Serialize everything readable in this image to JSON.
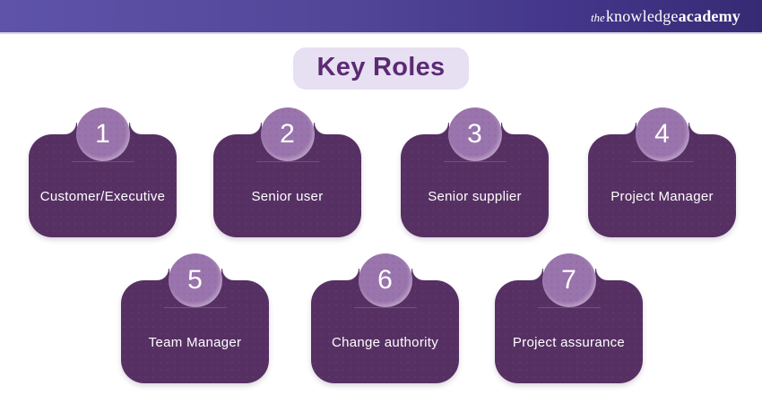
{
  "header": {
    "logo_the": "the",
    "logo_knowledge": "knowledge",
    "logo_academy": "academy"
  },
  "title": "Key Roles",
  "roles": [
    {
      "number": "1",
      "label": "Customer/Executive"
    },
    {
      "number": "2",
      "label": "Senior user"
    },
    {
      "number": "3",
      "label": "Senior supplier"
    },
    {
      "number": "4",
      "label": "Project Manager"
    },
    {
      "number": "5",
      "label": "Team Manager"
    },
    {
      "number": "6",
      "label": "Change authority"
    },
    {
      "number": "7",
      "label": "Project assurance"
    }
  ],
  "colors": {
    "header_gradient_left": "#5e53a9",
    "header_gradient_right": "#372a74",
    "header_underline": "#d9d3ea",
    "card_background": "#563063",
    "badge_background": "#9a74ac",
    "title_chip_background": "#e7dff2",
    "title_text": "#5b2a72",
    "text_on_card": "#ffffff"
  }
}
